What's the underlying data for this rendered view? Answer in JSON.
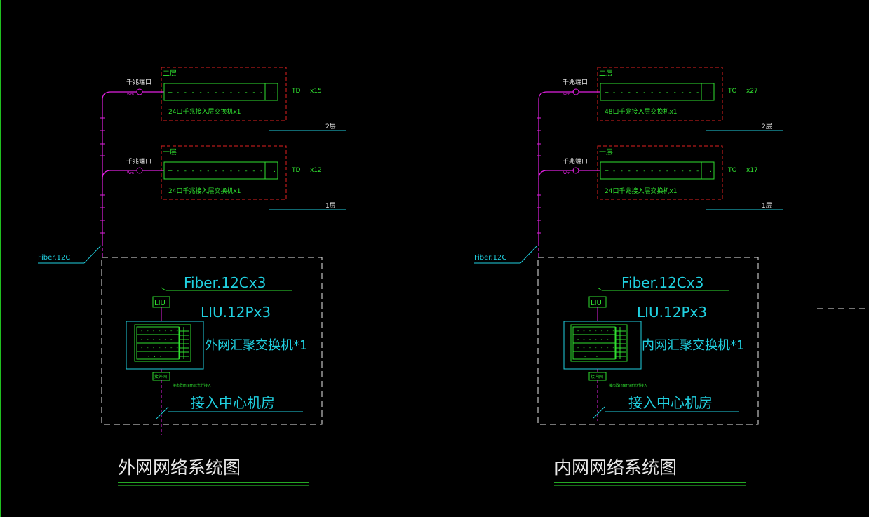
{
  "colors": {
    "background": "#000000",
    "cyan": "#20d0e0",
    "green": "#30e030",
    "magenta": "#e020e0",
    "red": "#e02020",
    "white": "#e8e8e8",
    "left_border": "#20c020"
  },
  "panels": [
    {
      "title": "外网网络系统图",
      "fiber_label": "Fiber.12C",
      "fiber_trunk_label": "Fiber.12Cx3",
      "liu_box_label": "LIU",
      "liu_label": "LIU.12Px3",
      "core_switch_label": "外网汇聚交换机*1",
      "room_label": "接入中心机房",
      "small_box_label": "接外网",
      "small_note": "接市政Internet光纤接入",
      "floors": [
        {
          "floor_name": "二层",
          "jumper_label": "千兆端口",
          "wire_mark": "Wm",
          "switch_desc": "24口千兆接入层交换机x1",
          "outlet_label": "TD",
          "outlet_count": "x15",
          "level_label": "2层",
          "dashes": "—   - - - - - -     - - - - - -"
        },
        {
          "floor_name": "一层",
          "jumper_label": "千兆端口",
          "wire_mark": "Wm",
          "switch_desc": "24口千兆接入层交换机x1",
          "outlet_label": "TD",
          "outlet_count": "x12",
          "level_label": "1层",
          "dashes": "—   - - - - - -     - - - - - -"
        }
      ]
    },
    {
      "title": "内网网络系统图",
      "fiber_label": "Fiber.12C",
      "fiber_trunk_label": "Fiber.12Cx3",
      "liu_box_label": "LIU",
      "liu_label": "LIU.12Px3",
      "core_switch_label": "内网汇聚交换机*1",
      "room_label": "接入中心机房",
      "small_box_label": "接内网",
      "small_note": "接市政Internet光纤接入",
      "floors": [
        {
          "floor_name": "二层",
          "jumper_label": "千兆端口",
          "wire_mark": "Wm",
          "switch_desc": "48口千兆接入层交换机x1",
          "outlet_label": "TO",
          "outlet_count": "x27",
          "level_label": "2层",
          "dashes": "—   - - - - - -     - - - - - -"
        },
        {
          "floor_name": "一层",
          "jumper_label": "千兆端口",
          "wire_mark": "Wm",
          "switch_desc": "24口千兆接入层交换机x1",
          "outlet_label": "TO",
          "outlet_count": "x17",
          "level_label": "1层",
          "dashes": "—   - - - - - -     - - - - - -"
        }
      ]
    }
  ]
}
